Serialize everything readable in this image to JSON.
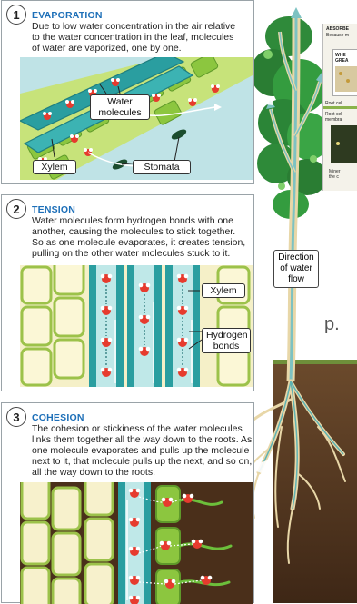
{
  "panels": [
    {
      "number": "1",
      "title": "EVAPORATION",
      "lines": [
        "Due to low water concentration in the air relative",
        "to the water concentration in the leaf, molecules",
        "of water are vaporized, one by one."
      ],
      "labels": {
        "water": [
          "Water",
          "molecules"
        ],
        "xylem": "Xylem",
        "stomata": "Stomata"
      }
    },
    {
      "number": "2",
      "title": "TENSION",
      "lines": [
        "Water molecules form hydrogen bonds with one",
        "another, causing the molecules to stick together.",
        "So as one molecule evaporates, it creates tension,",
        "pulling on the other water molecules stuck to it."
      ],
      "labels": {
        "xylem": "Xylem",
        "hbonds": [
          "Hydrogen",
          "bonds"
        ]
      }
    },
    {
      "number": "3",
      "title": "COHESION",
      "lines": [
        "The cohesion or stickiness of the water molecules",
        "links them together all the way down to the roots. As",
        "one molecule evaporates and pulls up the molecule",
        "next to it, that molecule pulls up the next, and so on,",
        "all the way down to the roots."
      ]
    }
  ],
  "direction_label": [
    "Direction",
    "of water",
    "flow"
  ],
  "page_marker": "p.",
  "inset": {
    "title": "ABSORBE",
    "subtitle": "Because m",
    "box_title": [
      "WHE",
      "GREA"
    ],
    "root_label_1": "Root cel",
    "root_label_2": [
      "Root cel",
      "membra"
    ],
    "mineral_label": [
      "Miner",
      "the c"
    ]
  },
  "colors": {
    "title_blue": "#1d6fb8",
    "xylem_teal": "#2a9ea0",
    "leaf_green": "#8cc63f",
    "soil_brown": "#5a3a22",
    "root_tan": "#e8d7a8"
  }
}
